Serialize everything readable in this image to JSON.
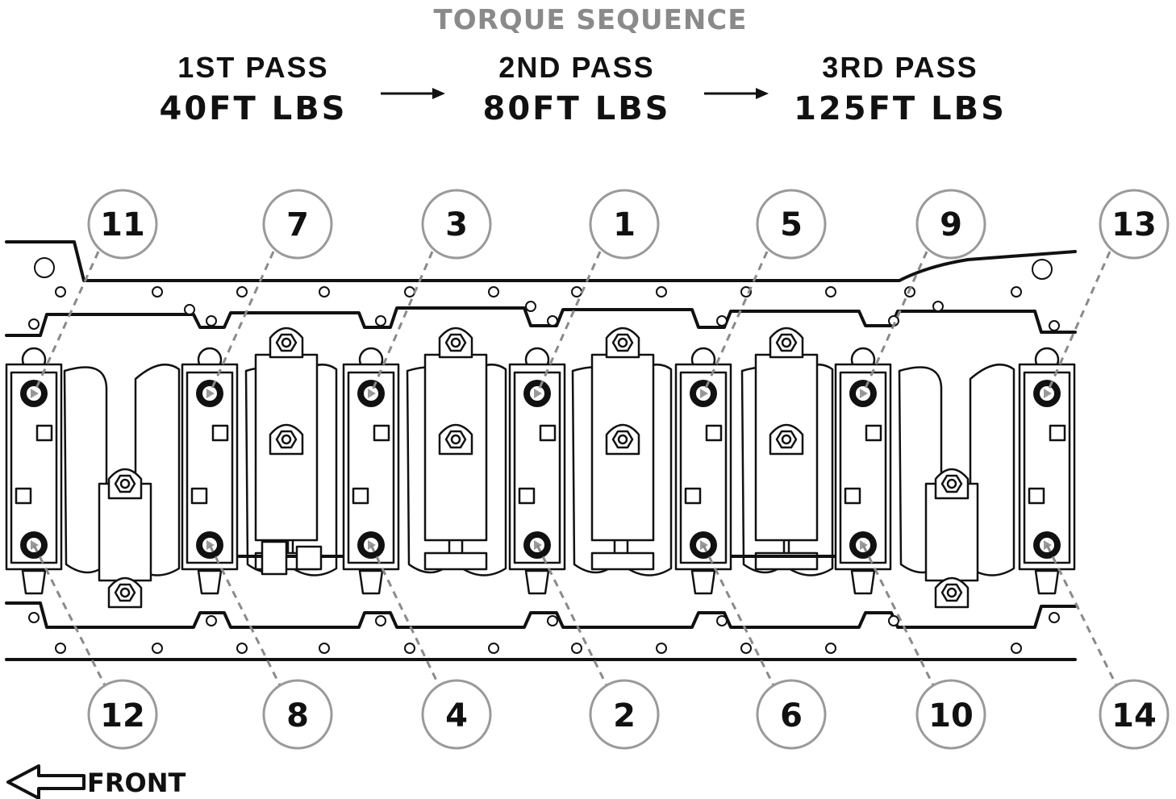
{
  "title": "TORQUE SEQUENCE",
  "passes": [
    {
      "name": "1ST PASS",
      "value": "40FT LBS"
    },
    {
      "name": "2ND PASS",
      "value": "80FT LBS"
    },
    {
      "name": "3RD PASS",
      "value": "125FT LBS"
    }
  ],
  "top_bolts": [
    "11",
    "7",
    "3",
    "1",
    "5",
    "9",
    "13"
  ],
  "bottom_bolts": [
    "12",
    "8",
    "4",
    "2",
    "6",
    "10",
    "14"
  ],
  "front_label": "FRONT",
  "colors": {
    "line": "#111111",
    "callout": "#9a9a9a",
    "title": "#8a8a8a"
  }
}
